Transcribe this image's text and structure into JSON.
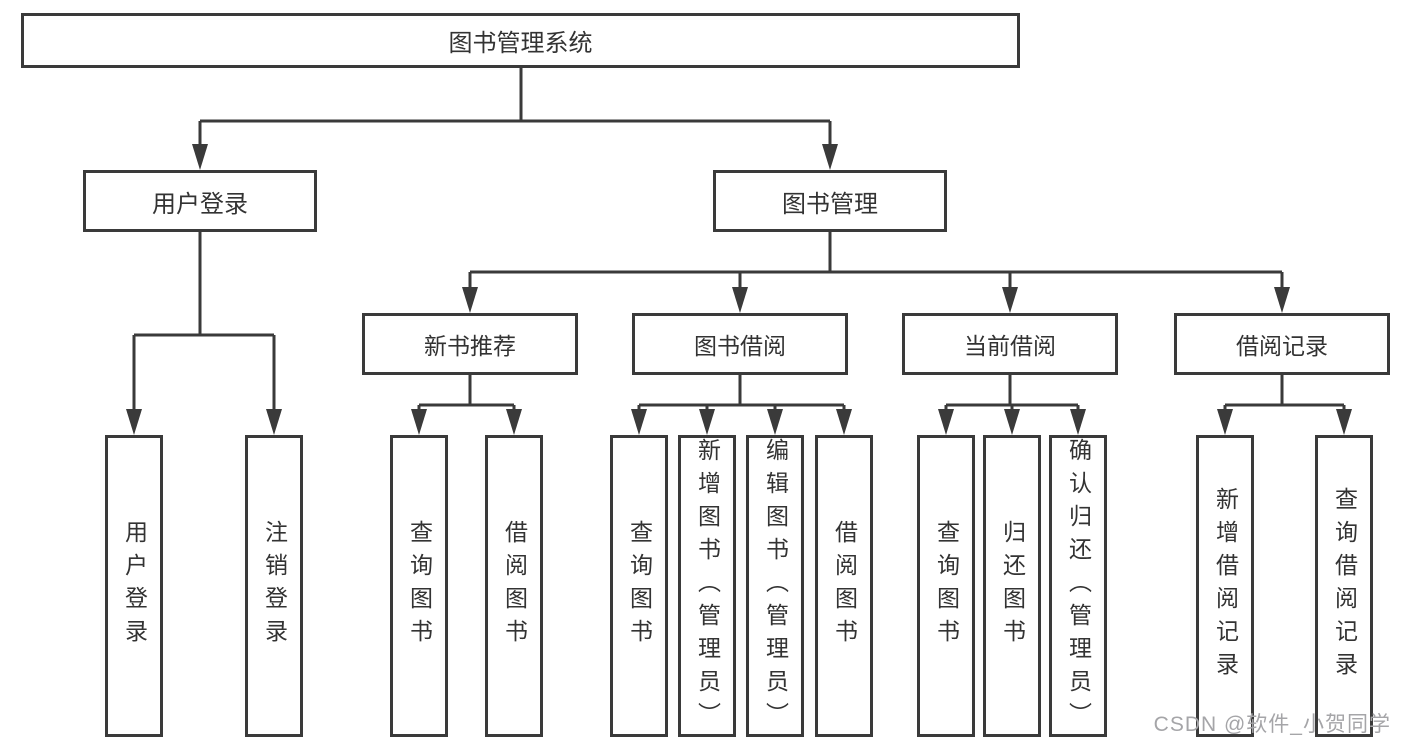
{
  "diagram": {
    "title": "图书管理系统",
    "root": {
      "label": "图书管理系统"
    },
    "level2": [
      {
        "label": "用户登录"
      },
      {
        "label": "图书管理"
      }
    ],
    "level3": [
      {
        "label": "新书推荐"
      },
      {
        "label": "图书借阅"
      },
      {
        "label": "当前借阅"
      },
      {
        "label": "借阅记录"
      }
    ],
    "leaves": {
      "user_login": [
        {
          "label": "用户登录"
        },
        {
          "label": "注销登录"
        }
      ],
      "new_books": [
        {
          "label": "查询图书"
        },
        {
          "label": "借阅图书"
        }
      ],
      "book_borrow": [
        {
          "label": "查询图书"
        },
        {
          "label": "新增图书（管理员）"
        },
        {
          "label": "编辑图书（管理员）"
        },
        {
          "label": "借阅图书"
        }
      ],
      "current_borrow": [
        {
          "label": "查询图书"
        },
        {
          "label": "归还图书"
        },
        {
          "label": "确认归还（管理员）"
        }
      ],
      "borrow_records": [
        {
          "label": "新增借阅记录"
        },
        {
          "label": "查询借阅记录"
        }
      ]
    }
  },
  "watermark": {
    "text": "CSDN @软件_小贺同学"
  },
  "colors": {
    "line": "#3a3a3a",
    "text": "#333333",
    "background": "#ffffff",
    "watermark": "#a5a5a8"
  }
}
